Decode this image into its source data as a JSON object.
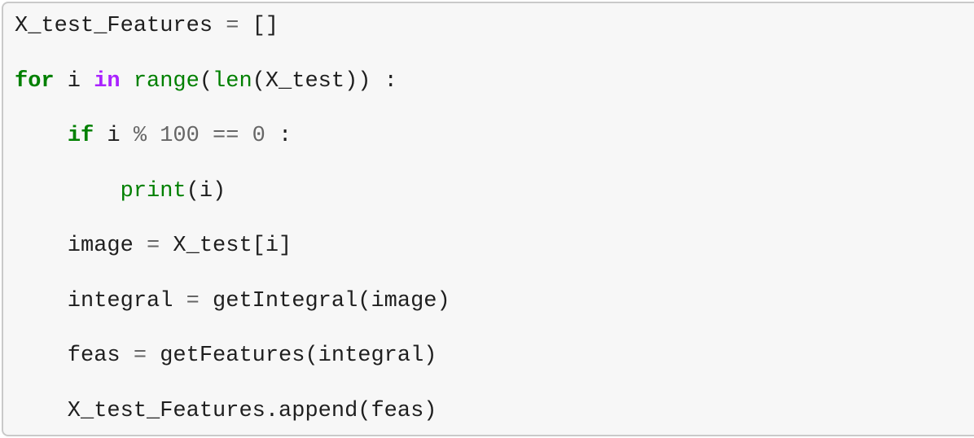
{
  "notebook_cell": {
    "language": "python",
    "colors": {
      "page_background": "#ffffff",
      "cell_background": "#f7f7f7",
      "cell_border": "#c9c9c9",
      "text_default": "#1f1f1f",
      "keyword": "#008000",
      "operator_word": "#AA22FF",
      "builtin": "#008000",
      "operator": "#666666",
      "number": "#666666"
    },
    "bold_types": [
      "keyword",
      "operator_word"
    ],
    "lines": [
      {
        "tokens": [
          {
            "c": "text_default",
            "s": "X_test_Features "
          },
          {
            "c": "operator",
            "s": "="
          },
          {
            "c": "text_default",
            "s": " []"
          }
        ]
      },
      {
        "tokens": []
      },
      {
        "tokens": [
          {
            "c": "keyword",
            "s": "for"
          },
          {
            "c": "text_default",
            "s": " i "
          },
          {
            "c": "operator_word",
            "s": "in"
          },
          {
            "c": "text_default",
            "s": " "
          },
          {
            "c": "builtin",
            "s": "range"
          },
          {
            "c": "text_default",
            "s": "("
          },
          {
            "c": "builtin",
            "s": "len"
          },
          {
            "c": "text_default",
            "s": "(X_test)) :"
          }
        ]
      },
      {
        "tokens": []
      },
      {
        "tokens": [
          {
            "c": "text_default",
            "s": "    "
          },
          {
            "c": "keyword",
            "s": "if"
          },
          {
            "c": "text_default",
            "s": " i "
          },
          {
            "c": "operator",
            "s": "%"
          },
          {
            "c": "text_default",
            "s": " "
          },
          {
            "c": "number",
            "s": "100"
          },
          {
            "c": "text_default",
            "s": " "
          },
          {
            "c": "operator",
            "s": "=="
          },
          {
            "c": "text_default",
            "s": " "
          },
          {
            "c": "number",
            "s": "0"
          },
          {
            "c": "text_default",
            "s": " :"
          }
        ]
      },
      {
        "tokens": []
      },
      {
        "tokens": [
          {
            "c": "text_default",
            "s": "        "
          },
          {
            "c": "builtin",
            "s": "print"
          },
          {
            "c": "text_default",
            "s": "(i)"
          }
        ]
      },
      {
        "tokens": []
      },
      {
        "tokens": [
          {
            "c": "text_default",
            "s": "    image "
          },
          {
            "c": "operator",
            "s": "="
          },
          {
            "c": "text_default",
            "s": " X_test[i]"
          }
        ]
      },
      {
        "tokens": []
      },
      {
        "tokens": [
          {
            "c": "text_default",
            "s": "    integral "
          },
          {
            "c": "operator",
            "s": "="
          },
          {
            "c": "text_default",
            "s": " getIntegral(image)"
          }
        ]
      },
      {
        "tokens": []
      },
      {
        "tokens": [
          {
            "c": "text_default",
            "s": "    feas "
          },
          {
            "c": "operator",
            "s": "="
          },
          {
            "c": "text_default",
            "s": " getFeatures(integral)"
          }
        ]
      },
      {
        "tokens": []
      },
      {
        "tokens": [
          {
            "c": "text_default",
            "s": "    X_test_Features.append(feas)"
          }
        ]
      }
    ]
  }
}
